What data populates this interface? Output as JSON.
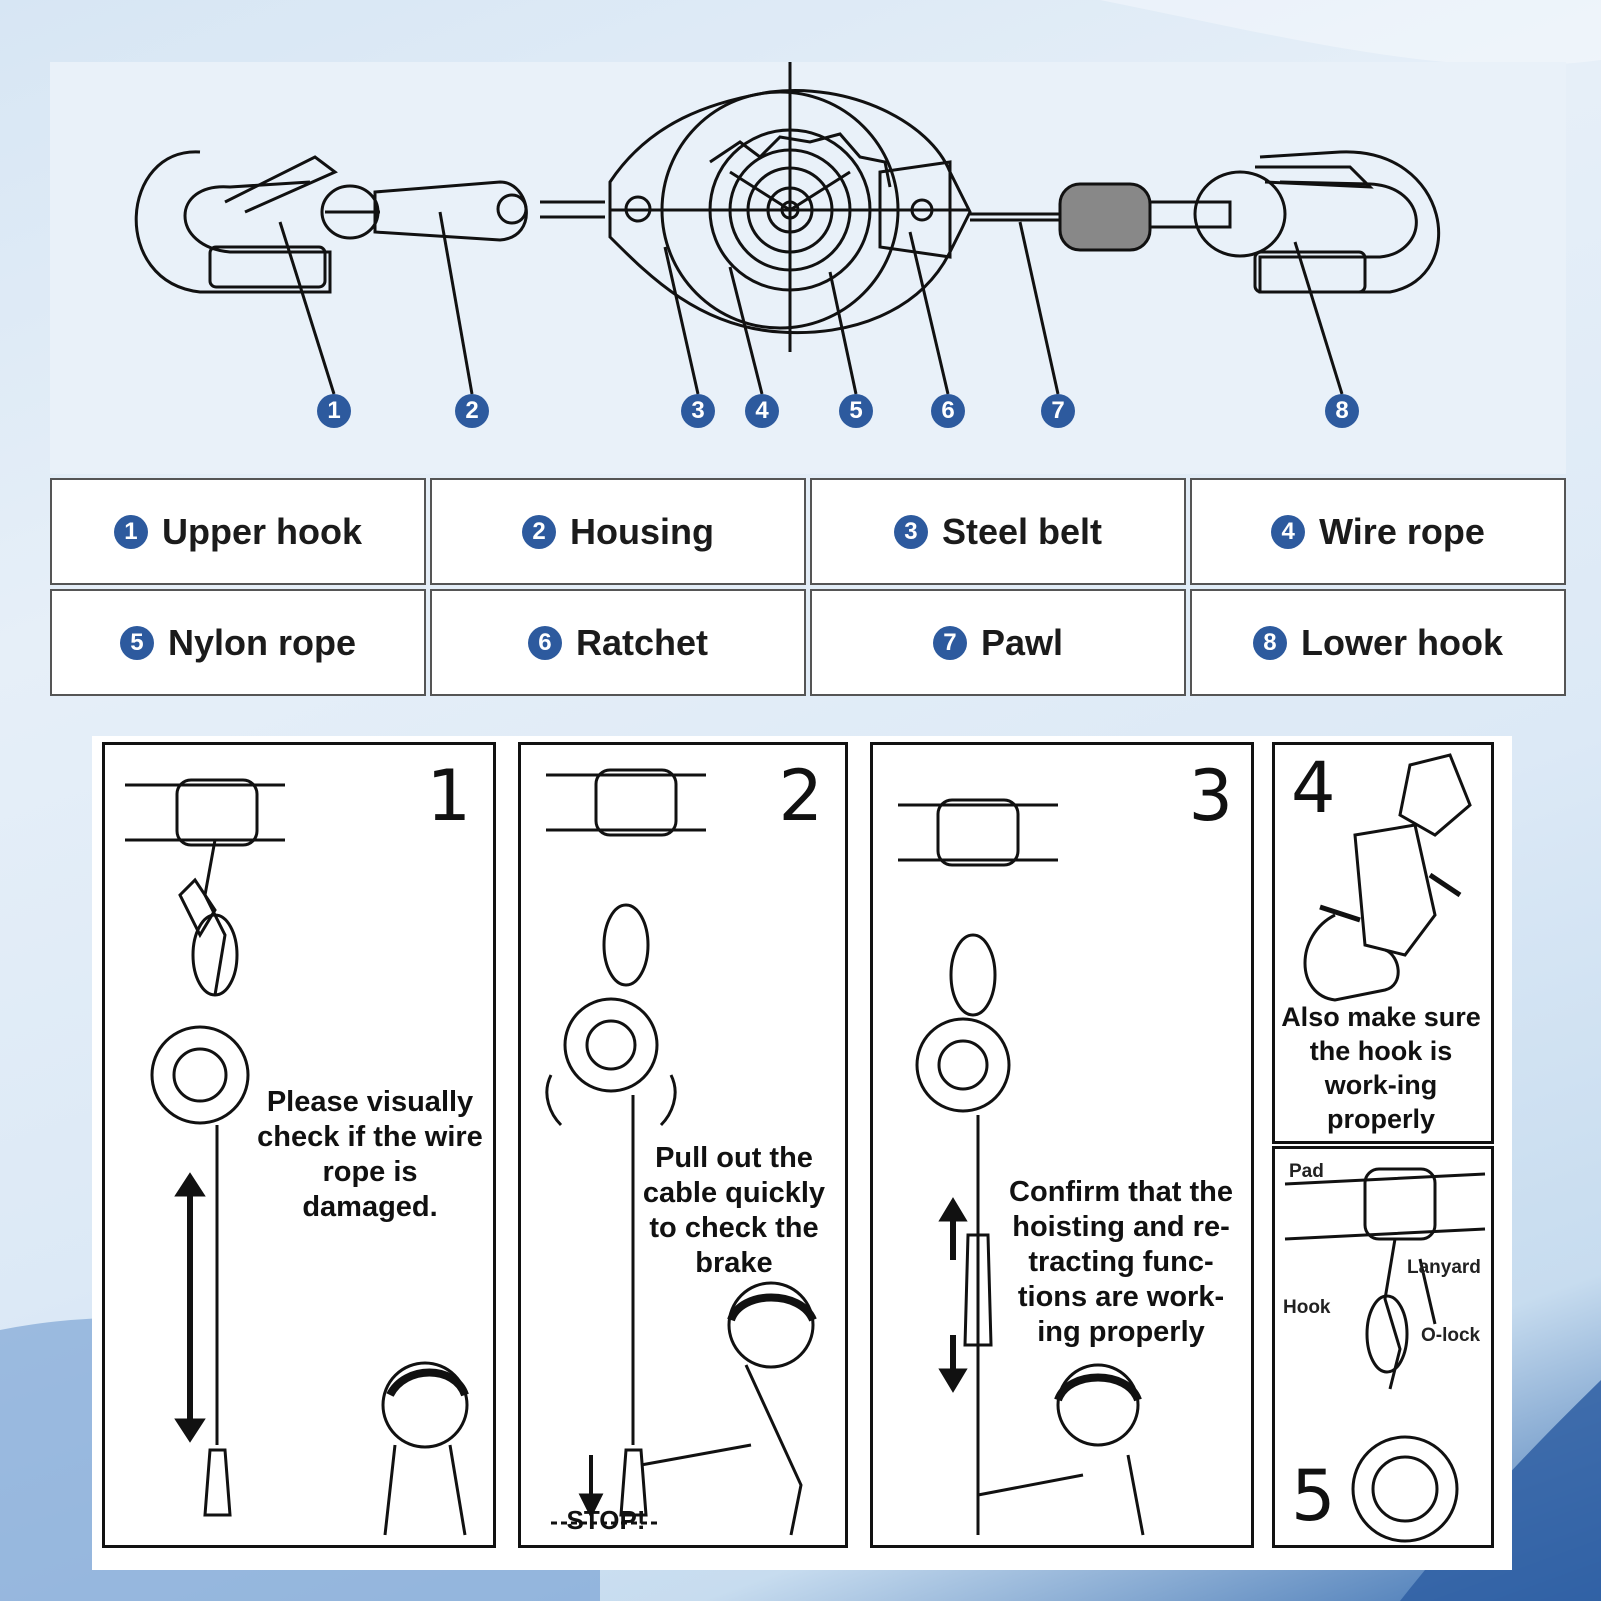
{
  "diagram": {
    "callouts": [
      "1",
      "2",
      "3",
      "4",
      "5",
      "6",
      "7",
      "8"
    ]
  },
  "legend": [
    {
      "num": "1",
      "label": "Upper hook"
    },
    {
      "num": "2",
      "label": "Housing"
    },
    {
      "num": "3",
      "label": "Steel belt"
    },
    {
      "num": "4",
      "label": "Wire rope"
    },
    {
      "num": "5",
      "label": "Nylon rope"
    },
    {
      "num": "6",
      "label": "Ratchet"
    },
    {
      "num": "7",
      "label": "Pawl"
    },
    {
      "num": "8",
      "label": "Lower hook"
    }
  ],
  "steps": {
    "step1": {
      "num": "1",
      "text": "Please visually check if the wire rope is damaged."
    },
    "step2": {
      "num": "2",
      "text": "Pull out the cable quickly to check the brake",
      "stop": "STOP!"
    },
    "step3": {
      "num": "3",
      "text": "Confirm that the hoisting and re-tracting func-tions are work-ing properly"
    },
    "step4": {
      "num": "4",
      "text": "Also make sure the hook is work-ing properly"
    },
    "step5": {
      "num": "5",
      "labels": {
        "pad": "Pad",
        "lanyard": "Lanyard",
        "hook": "Hook",
        "olock": "O-lock"
      }
    }
  },
  "colors": {
    "badge": "#2d5a9e",
    "background": "#dce9f6"
  }
}
